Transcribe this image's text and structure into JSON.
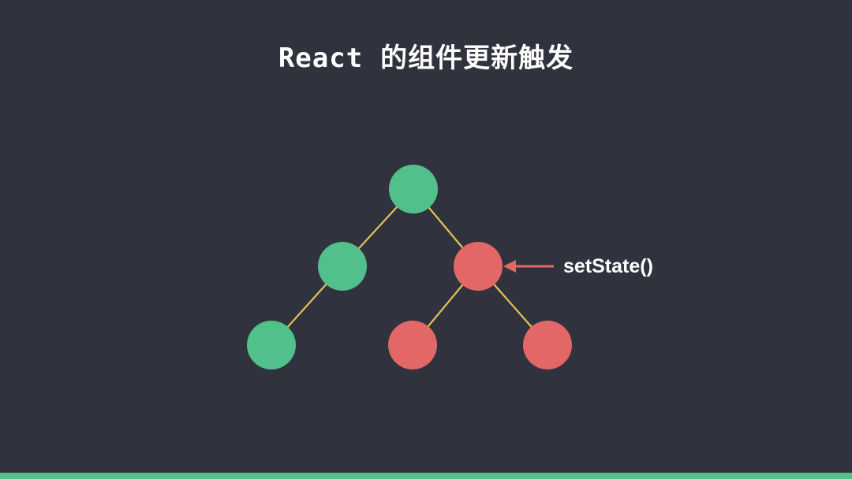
{
  "slide": {
    "title_code": "React",
    "title_cjk": "的组件更新触发",
    "annotation": "setState()"
  },
  "colors": {
    "background": "#30333d",
    "node_unchanged": "#52c08b",
    "node_updated": "#e26766",
    "edge": "#e5c158",
    "arrow": "#e26766",
    "bottom_bar": "#52c08b"
  },
  "tree": {
    "nodes": [
      {
        "id": "root",
        "state": "unchanged"
      },
      {
        "id": "left",
        "state": "unchanged"
      },
      {
        "id": "right",
        "state": "updated",
        "annotation": "setState()"
      },
      {
        "id": "left-left",
        "state": "unchanged"
      },
      {
        "id": "right-left",
        "state": "updated"
      },
      {
        "id": "right-right",
        "state": "updated"
      }
    ],
    "edges": [
      [
        "root",
        "left"
      ],
      [
        "root",
        "right"
      ],
      [
        "left",
        "left-left"
      ],
      [
        "right",
        "right-left"
      ],
      [
        "right",
        "right-right"
      ]
    ]
  }
}
